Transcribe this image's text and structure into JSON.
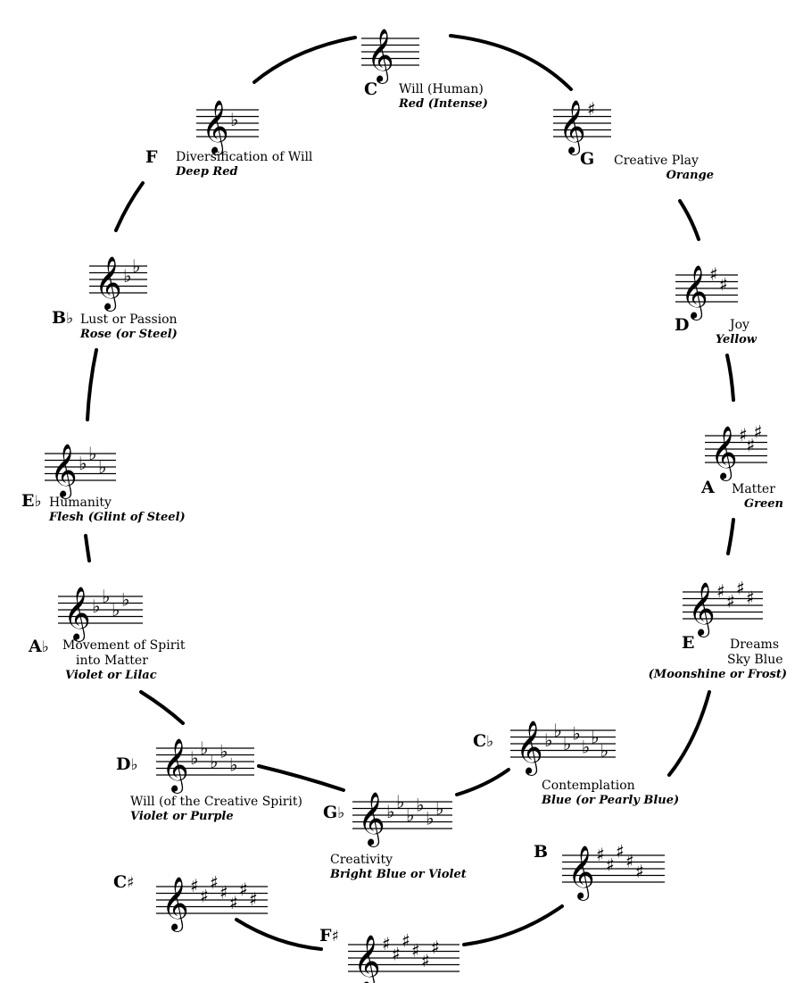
{
  "nodes": [
    {
      "id": "C",
      "note": "C",
      "acc": "",
      "key": {
        "type": "none",
        "count": 0
      },
      "lines": [
        "Will (Human)"
      ],
      "colors": [
        "Red (Intense)"
      ]
    },
    {
      "id": "G",
      "note": "G",
      "acc": "",
      "key": {
        "type": "sharp",
        "count": 1
      },
      "lines": [
        "Creative Play"
      ],
      "colors": [
        "Orange"
      ]
    },
    {
      "id": "D",
      "note": "D",
      "acc": "",
      "key": {
        "type": "sharp",
        "count": 2
      },
      "lines": [
        "Joy"
      ],
      "colors": [
        "Yellow"
      ]
    },
    {
      "id": "A",
      "note": "A",
      "acc": "",
      "key": {
        "type": "sharp",
        "count": 3
      },
      "lines": [
        "Matter"
      ],
      "colors": [
        "Green"
      ]
    },
    {
      "id": "E",
      "note": "E",
      "acc": "",
      "key": {
        "type": "sharp",
        "count": 4
      },
      "lines": [
        "Dreams",
        "Sky Blue"
      ],
      "colors": [
        "(Moonshine or Frost)"
      ]
    },
    {
      "id": "B",
      "note": "B",
      "acc": "",
      "key": {
        "type": "sharp",
        "count": 5
      },
      "lines": [],
      "colors": []
    },
    {
      "id": "Fs",
      "note": "F",
      "acc": "♯",
      "key": {
        "type": "sharp",
        "count": 6
      },
      "lines": [],
      "colors": []
    },
    {
      "id": "Cs",
      "note": "C",
      "acc": "♯",
      "key": {
        "type": "sharp",
        "count": 7
      },
      "lines": [],
      "colors": []
    },
    {
      "id": "Cb",
      "note": "C",
      "acc": "♭",
      "key": {
        "type": "flat",
        "count": 7
      },
      "lines": [
        "Contemplation"
      ],
      "colors": [
        "Blue (or Pearly Blue)"
      ]
    },
    {
      "id": "Gb",
      "note": "G",
      "acc": "♭",
      "key": {
        "type": "flat",
        "count": 6
      },
      "lines": [
        "Creativity"
      ],
      "colors": [
        "Bright Blue or Violet"
      ]
    },
    {
      "id": "Db",
      "note": "D",
      "acc": "♭",
      "key": {
        "type": "flat",
        "count": 5
      },
      "lines": [
        "Will (of the Creative Spirit)"
      ],
      "colors": [
        "Violet or Purple"
      ]
    },
    {
      "id": "Ab",
      "note": "A",
      "acc": "♭",
      "key": {
        "type": "flat",
        "count": 4
      },
      "lines": [
        "Movement of Spirit",
        "into Matter"
      ],
      "colors": [
        "Violet or Lilac"
      ]
    },
    {
      "id": "Eb",
      "note": "E",
      "acc": "♭",
      "key": {
        "type": "flat",
        "count": 3
      },
      "lines": [
        "Humanity"
      ],
      "colors": [
        "Flesh (Glint of Steel)"
      ]
    },
    {
      "id": "Bb",
      "note": "B",
      "acc": "♭",
      "key": {
        "type": "flat",
        "count": 2
      },
      "lines": [
        "Lust or Passion"
      ],
      "colors": [
        "Rose (or Steel)"
      ]
    },
    {
      "id": "F",
      "note": "F",
      "acc": "",
      "key": {
        "type": "flat",
        "count": 1
      },
      "lines": [
        "Diversification of Will"
      ],
      "colors": [
        "Deep Red"
      ]
    }
  ]
}
